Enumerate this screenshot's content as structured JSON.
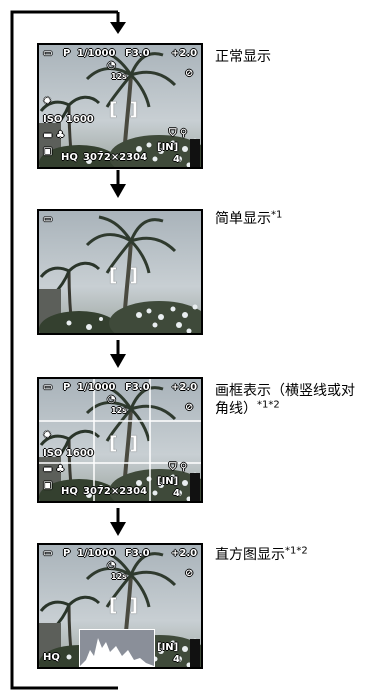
{
  "screens": [
    {
      "caption": "正常显示",
      "superscript": "",
      "osd": {
        "mode": "P",
        "shutter": "1/1000",
        "aperture": "F3.0",
        "ev": "+2.0",
        "timer": "12s",
        "iso": "ISO 1600",
        "memory": "[IN]",
        "quality": "HQ",
        "resolution": "3072×2304",
        "remaining": "4"
      }
    },
    {
      "caption": "简单显示",
      "superscript": "*1"
    },
    {
      "caption": "画框表示（横竖线或对角线）",
      "superscript": "*1*2",
      "osd": {
        "mode": "P",
        "shutter": "1/1000",
        "aperture": "F3.0",
        "ev": "+2.0",
        "timer": "12s",
        "iso": "ISO 1600",
        "memory": "[IN]",
        "quality": "HQ",
        "resolution": "3072×2304",
        "remaining": "4"
      }
    },
    {
      "caption": "直方图显示",
      "superscript": "*1*2",
      "osd": {
        "mode": "P",
        "shutter": "1/1000",
        "aperture": "F3.0",
        "ev": "+2.0",
        "timer": "12s",
        "memory": "[IN]",
        "quality": "HQ",
        "remaining": "4"
      }
    }
  ],
  "colors": {
    "sky": "#b9c2c8",
    "foliage": "#3c4a3a",
    "flowers": "#e8eef0",
    "outline": "#000000"
  }
}
